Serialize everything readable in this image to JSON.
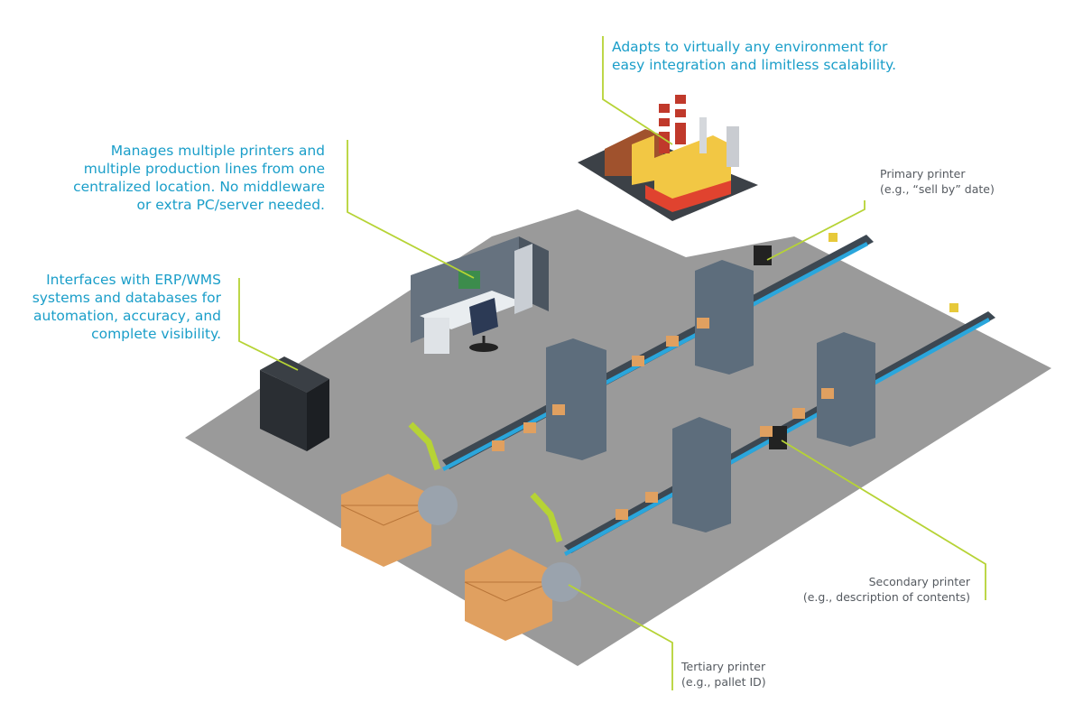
{
  "callouts": {
    "environment": "Adapts to virtually any environment for\neasy integration and limitless scalability.",
    "central": "Manages multiple printers and\nmultiple production lines from one\ncentralized location. No middleware\nor extra PC/server needed.",
    "erp": "Interfaces with ERP/WMS\nsystems and databases for\nautomation, accuracy, and\ncomplete visibility."
  },
  "printers": {
    "primary": "Primary printer\n(e.g., “sell by” date)",
    "secondary": "Secondary printer\n(e.g., description of contents)",
    "tertiary": "Tertiary printer\n(e.g., pallet ID)"
  },
  "colors": {
    "floor": "#9a9a9a",
    "leader_line": "#b6d335",
    "callout_text": "#1a9ec9",
    "label_text": "#555a60",
    "conveyor_belt": "#2aa6dc",
    "machine": "#5d6d7c",
    "box": "#e0a060",
    "robot_arm": "#b6d335"
  }
}
